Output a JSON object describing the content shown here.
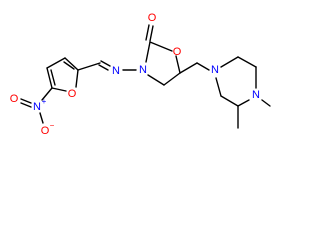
{
  "atoms": {
    "o_carbonyl": {
      "label": "O",
      "color": "#ff0000"
    },
    "o_ring_oxazolidinone": {
      "label": "O",
      "color": "#ff0000"
    },
    "n_oxazolidinone": {
      "label": "N",
      "color": "#0000ff"
    },
    "n_imine": {
      "label": "N",
      "color": "#0000ff"
    },
    "o_furan": {
      "label": "O",
      "color": "#ff0000"
    },
    "n_nitro": {
      "label": "N",
      "color": "#0000ff"
    },
    "n_nitro_charge": "+",
    "o_nitro_top": {
      "label": "O",
      "color": "#ff0000"
    },
    "o_nitro_bottom": {
      "label": "O",
      "color": "#ff0000"
    },
    "o_nitro_charge": "−",
    "n_piperazine_top": {
      "label": "N",
      "color": "#0000ff"
    },
    "n_piperazine_bottom": {
      "label": "N",
      "color": "#0000ff"
    }
  },
  "colors": {
    "bond": "#000000",
    "oxygen": "#ff0000",
    "nitrogen": "#0000ff"
  }
}
